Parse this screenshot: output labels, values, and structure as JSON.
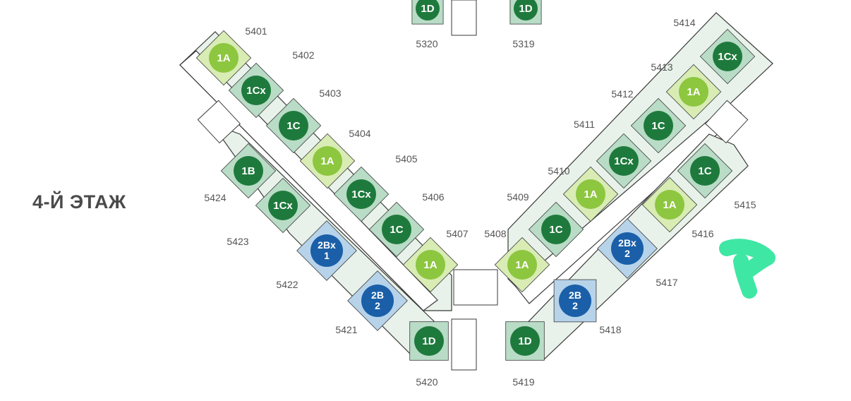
{
  "floor_label": "4-Й ЭТАЖ",
  "colors": {
    "type_1A": "#8dc63f",
    "type_1C": "#1e7a3c",
    "type_1Cx": "#1e7a3c",
    "type_1B": "#1e7a3c",
    "type_1D": "#1e7a3c",
    "type_2B": "#1a5fa8",
    "type_2Bx": "#1a5fa8",
    "fill_green": "#b9dcc6",
    "fill_lightgreen": "#d8ecb4",
    "fill_blue": "#b7d3ea",
    "outline": "#3a3a3a",
    "arrow": "#3fe7a4"
  },
  "arrow_icon": "hand-drawn-arrow",
  "units": [
    {
      "number": "5320",
      "type": "1D",
      "color": "type_1D"
    },
    {
      "number": "5319",
      "type": "1D",
      "color": "type_1D"
    },
    {
      "number": "5401",
      "type": "1A",
      "color": "type_1A"
    },
    {
      "number": "5402",
      "type": "1Cx",
      "color": "type_1Cx"
    },
    {
      "number": "5403",
      "type": "1C",
      "color": "type_1C"
    },
    {
      "number": "5404",
      "type": "1A",
      "color": "type_1A"
    },
    {
      "number": "5405",
      "type": "1Cx",
      "color": "type_1Cx"
    },
    {
      "number": "5406",
      "type": "1C",
      "color": "type_1C"
    },
    {
      "number": "5407",
      "type": "1A",
      "color": "type_1A"
    },
    {
      "number": "5408",
      "type": "1A",
      "color": "type_1A"
    },
    {
      "number": "5409",
      "type": "1C",
      "color": "type_1C"
    },
    {
      "number": "5410",
      "type": "1A",
      "color": "type_1A"
    },
    {
      "number": "5411",
      "type": "1Cx",
      "color": "type_1Cx"
    },
    {
      "number": "5412",
      "type": "1C",
      "color": "type_1C"
    },
    {
      "number": "5413",
      "type": "1A",
      "color": "type_1A"
    },
    {
      "number": "5414",
      "type": "1Cx",
      "color": "type_1Cx"
    },
    {
      "number": "5415",
      "type": "1C",
      "color": "type_1C"
    },
    {
      "number": "5416",
      "type": "1A",
      "color": "type_1A"
    },
    {
      "number": "5417",
      "type": "2Bx 2",
      "color": "type_2Bx"
    },
    {
      "number": "5418",
      "type": "2B 2",
      "color": "type_2B"
    },
    {
      "number": "5419",
      "type": "1D",
      "color": "type_1D"
    },
    {
      "number": "5420",
      "type": "1D",
      "color": "type_1D"
    },
    {
      "number": "5421",
      "type": "2B 2",
      "color": "type_2B"
    },
    {
      "number": "5422",
      "type": "2Bx 1",
      "color": "type_2Bx"
    },
    {
      "number": "5423",
      "type": "1Cx",
      "color": "type_1Cx"
    },
    {
      "number": "5424",
      "type": "1B",
      "color": "type_1B"
    }
  ]
}
